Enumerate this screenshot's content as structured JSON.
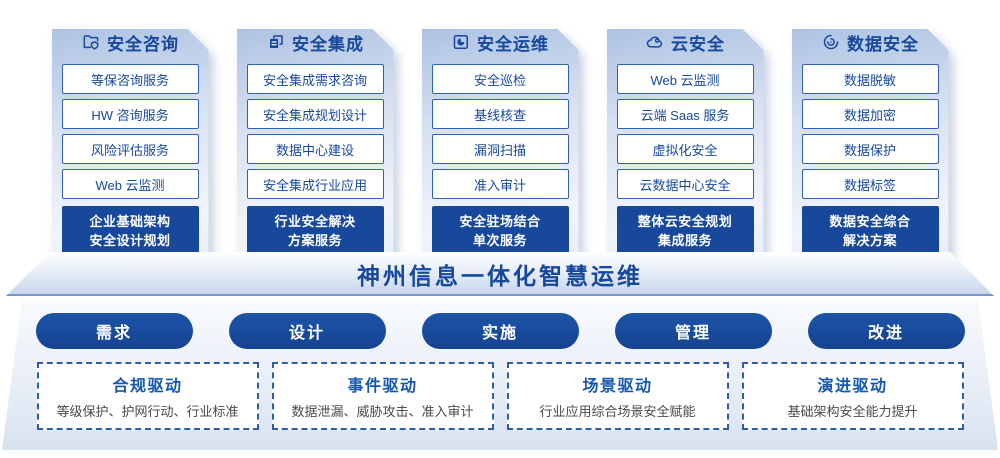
{
  "colors": {
    "primary_blue": "#17489C",
    "item_border_blue": "#3060AE",
    "pill_blue": "#17489C",
    "driver_title_blue": "#1558B0",
    "driver_desc_gray": "#4A4A4A",
    "card_gradient_top": "#AEC3E3",
    "card_gradient_bottom": "#F1F4FA"
  },
  "columns": [
    {
      "icon": "folder-shield-icon",
      "title": "安全咨询",
      "items": [
        "等保咨询服务",
        "HW 咨询服务",
        "风险评估服务",
        "Web 云监测"
      ],
      "highlight": {
        "line1": "企业基础架构",
        "line2": "安全设计规划"
      }
    },
    {
      "icon": "documents-icon",
      "title": "安全集成",
      "items": [
        "安全集成需求咨询",
        "安全集成规划设计",
        "数据中心建设",
        "安全集成行业应用"
      ],
      "highlight": {
        "line1": "行业安全解决",
        "line2": "方案服务"
      }
    },
    {
      "icon": "pie-box-icon",
      "title": "安全运维",
      "items": [
        "安全巡检",
        "基线核查",
        "漏洞扫描",
        "准入审计"
      ],
      "highlight": {
        "line1": "安全驻场结合",
        "line2": "单次服务"
      }
    },
    {
      "icon": "cloud-icon",
      "title": "云安全",
      "items": [
        "Web 云监测",
        "云端 Saas 服务",
        "虚拟化安全",
        "云数据中心安全"
      ],
      "highlight": {
        "line1": "整体云安全规划",
        "line2": "集成服务"
      }
    },
    {
      "icon": "fingerprint-icon",
      "title": "数据安全",
      "items": [
        "数据脱敏",
        "数据加密",
        "数据保护",
        "数据标签"
      ],
      "highlight": {
        "line1": "数据安全综合",
        "line2": "解决方案"
      }
    }
  ],
  "banner": {
    "title": "神州信息一体化智慧运维"
  },
  "process_pills": [
    {
      "label": "需求"
    },
    {
      "label": "设计"
    },
    {
      "label": "实施"
    },
    {
      "label": "管理"
    },
    {
      "label": "改进"
    }
  ],
  "drivers": [
    {
      "title": "合规驱动",
      "desc": "等级保护、护网行动、行业标准"
    },
    {
      "title": "事件驱动",
      "desc": "数据泄漏、威胁攻击、准入审计"
    },
    {
      "title": "场景驱动",
      "desc": "行业应用综合场景安全赋能"
    },
    {
      "title": "演进驱动",
      "desc": "基础架构安全能力提升"
    }
  ]
}
